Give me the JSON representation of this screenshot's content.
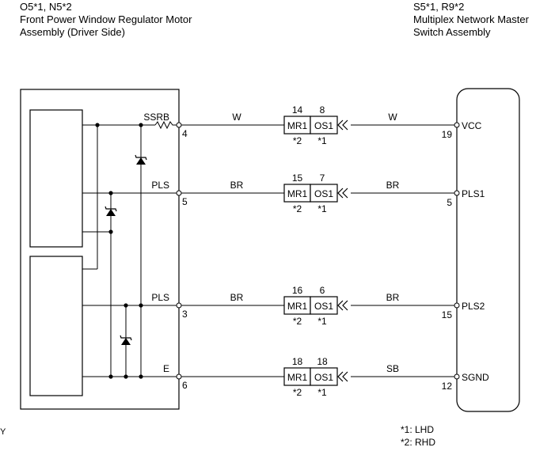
{
  "left_component": {
    "codes": "O5*1, N5*2",
    "name_line1": "Front Power Window Regulator Motor",
    "name_line2": "Assembly (Driver Side)"
  },
  "right_component": {
    "codes": "S5*1, R9*2",
    "name_line1": "Multiplex Network Master",
    "name_line2": "Switch Assembly"
  },
  "connections": [
    {
      "left_label": "SSRB",
      "left_pin": "4",
      "left_wire": "W",
      "mr_pin": "14",
      "os_pin": "8",
      "right_wire": "W",
      "right_pin": "19",
      "right_label": "VCC"
    },
    {
      "left_label": "PLS",
      "left_pin": "5",
      "left_wire": "BR",
      "mr_pin": "15",
      "os_pin": "7",
      "right_wire": "BR",
      "right_pin": "5",
      "right_label": "PLS1"
    },
    {
      "left_label": "PLS",
      "left_pin": "3",
      "left_wire": "BR",
      "mr_pin": "16",
      "os_pin": "6",
      "right_wire": "BR",
      "right_pin": "15",
      "right_label": "PLS2"
    },
    {
      "left_label": "E",
      "left_pin": "6",
      "left_wire": "",
      "mr_pin": "18",
      "os_pin": "18",
      "right_wire": "SB",
      "right_pin": "12",
      "right_label": "SGND"
    }
  ],
  "connector_names": {
    "mr": "MR1",
    "os": "OS1"
  },
  "connector_notes": {
    "mr": "*2",
    "os": "*1"
  },
  "notes": {
    "lhd": "*1: LHD",
    "rhd": "*2: RHD"
  },
  "corner_mark": "Y"
}
